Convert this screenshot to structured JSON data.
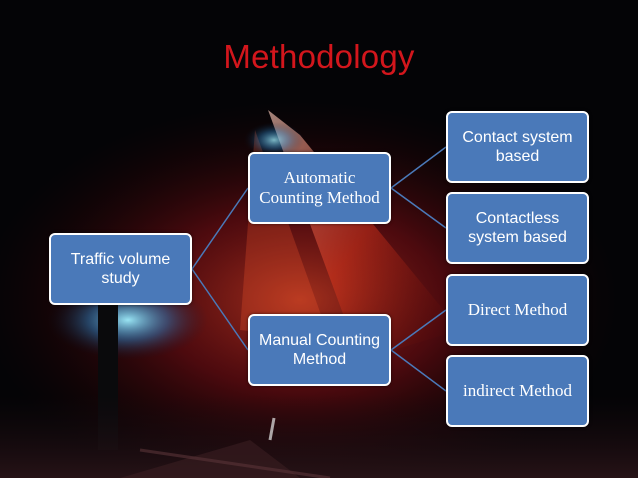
{
  "slide": {
    "title": "Methodology",
    "colors": {
      "title": "#d3161c",
      "node_fill": "#4a79b9",
      "node_border": "#ffffff",
      "connector": "#4a79b9",
      "background": "#040406"
    }
  },
  "diagram": {
    "root": {
      "label": "Traffic volume study"
    },
    "branches": [
      {
        "label": "Automatic Counting Method",
        "children": [
          {
            "label": "Contact system based"
          },
          {
            "label": "Contactless system based"
          }
        ]
      },
      {
        "label": "Manual Counting Method",
        "children": [
          {
            "label": "Direct Method"
          },
          {
            "label": "indirect Method"
          }
        ]
      }
    ]
  }
}
